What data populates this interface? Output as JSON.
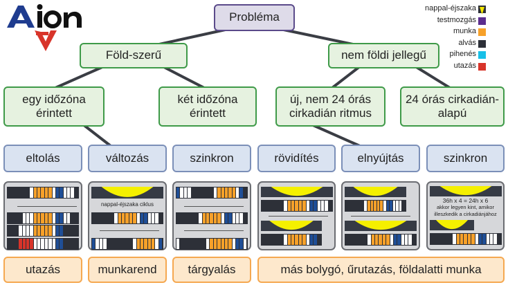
{
  "logo": {
    "text": "Aion",
    "colors": {
      "blue": "#1f3c8f",
      "black": "#111111",
      "red": "#d8342a"
    }
  },
  "root": "Probléma",
  "level1": [
    "Föld-szerű",
    "nem földi jellegű"
  ],
  "level2": [
    "egy időzóna érintett",
    "két időzóna érintett",
    "új, nem 24 órás cirkadián ritmus",
    "24 órás cirkadián-alapú"
  ],
  "level3": [
    "eltolás",
    "változás",
    "szinkron",
    "rövidítés",
    "elnyújtás",
    "szinkron"
  ],
  "examples": [
    "utazás",
    "munkarend",
    "tárgyalás",
    "más bolygó, űrutazás, földalatti munka"
  ],
  "legend": [
    {
      "label": "nappal-éjszaka",
      "color": "#f5e800",
      "icon": "day-night-icon"
    },
    {
      "label": "testmozgás",
      "color": "#5b2d8e"
    },
    {
      "label": "munka",
      "color": "#f7a12a"
    },
    {
      "label": "alvás",
      "color": "#2d3038"
    },
    {
      "label": "pihenés",
      "color": "#18c0e8"
    },
    {
      "label": "utazás",
      "color": "#d8342a"
    }
  ],
  "panels": {
    "p2_label": "nappal-éjszaka ciklus",
    "p6_line1": "36h x 4 = 24h x 6",
    "p6_line2": "akkor legyen kint, amikor",
    "p6_line3": "illeszkedik a cirkadiánjához"
  },
  "schedules": {
    "p1": [
      "kkkkkkwooooowbbwwwk",
      "kkkkwwwooooowbbwwkk",
      "kkkwwwwooooowbbkkkk",
      "kkkrrrrwwwwwwbbkkkk"
    ],
    "p2": [
      "kkkkkkwooooowbbwwwk",
      "bwwwkkkkkkkwooooowb"
    ],
    "p3": [
      "bwwwkkkkkkwooooowbk",
      "kkkkkkwooooowbbwwwk",
      "wkkkkkkkwoooooowbbw"
    ],
    "p4": [
      "kkkkkkwooooowbbwwwk",
      "kkkkkkwooooowbbk"
    ],
    "p5": [
      "kkkkkkwooooowbbwwwk",
      "kkkkkkwooooowbbwwwk"
    ],
    "p6": [
      "kkkkkkwooooowbbwwwk"
    ]
  }
}
